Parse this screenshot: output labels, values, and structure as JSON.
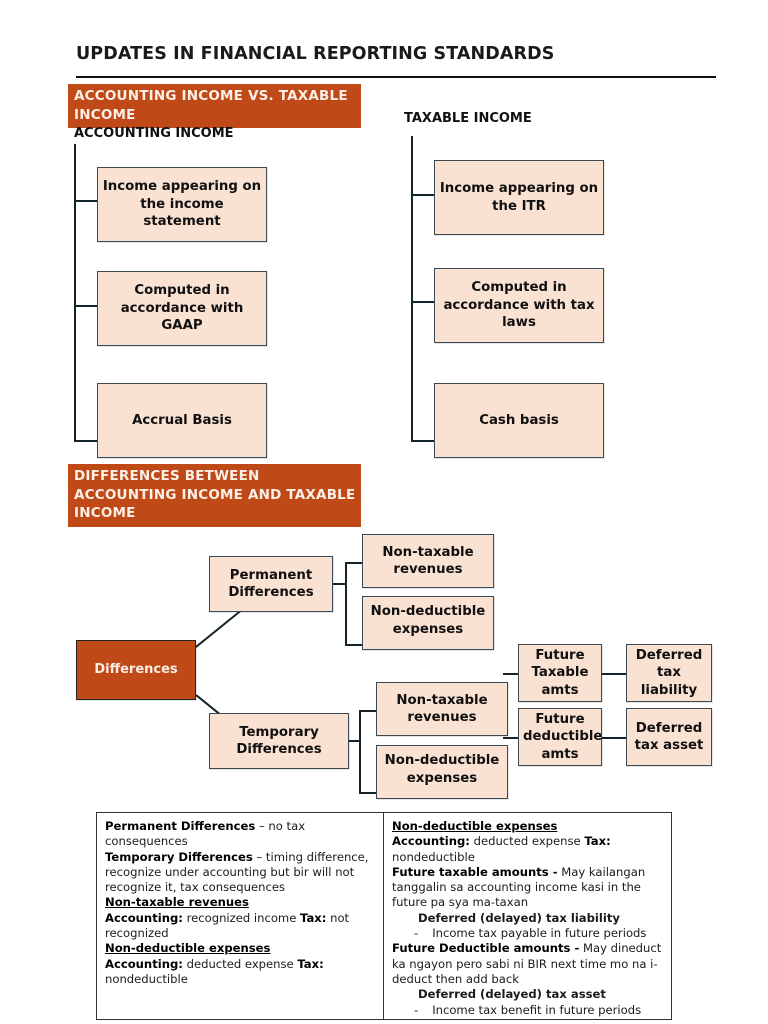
{
  "document": {
    "title": "UPDATES IN FINANCIAL REPORTING STANDARDS"
  },
  "colors": {
    "accent_orange": "#bf4a17",
    "box_fill": "#fae2d3",
    "box_border": "#3b4a52",
    "text": "#101010"
  },
  "section_1": {
    "band_label": "ACCOUNTING INCOME VS. TAXABLE INCOME",
    "left_caption": "ACCOUNTING INCOME",
    "right_caption": "TAXABLE INCOME",
    "accounting_boxes": [
      "Income appearing on the income statement",
      "Computed in accordance with GAAP",
      "Accrual Basis"
    ],
    "taxable_boxes": [
      "Income appearing on the ITR",
      "Computed in accordance with tax laws",
      "Cash basis"
    ]
  },
  "section_2": {
    "band_label": "DIFFERENCES BETWEEN ACCOUNTING INCOME AND TAXABLE INCOME",
    "root": "Differences",
    "branch_permanent": "Permanent Differences",
    "branch_temporary": "Temporary Differences",
    "permanent_children": [
      "Non-taxable revenues",
      "Non-deductible expenses"
    ],
    "temporary_children": [
      "Non-taxable revenues",
      "Non-deductible expenses"
    ],
    "amounts": [
      "Future Taxable amts",
      "Future deductible amts"
    ],
    "deferred": [
      "Deferred tax liability",
      "Deferred tax asset"
    ]
  },
  "notes": {
    "left": {
      "permanent_label": "Permanent Differences",
      "permanent_text": " – no tax consequences",
      "temporary_label": "Temporary Differences",
      "temporary_text": " – timing difference, recognize under accounting but bir will not recognize it, tax consequences",
      "nontaxable_heading": "Non-taxable revenues ",
      "nontaxable_acct_label": "Accounting:",
      "nontaxable_acct_text": " recognized income ",
      "nontaxable_tax_label": "Tax:",
      "nontaxable_tax_text": " not recognized",
      "nondeductible_heading": "Non-deductible expenses ",
      "nondeductible_acct_label": "Accounting:",
      "nondeductible_acct_text": " deducted expense ",
      "nondeductible_tax_label": "Tax:",
      "nondeductible_tax_text": " nondeductible"
    },
    "right": {
      "nondeductible_heading": "Non-deductible expenses ",
      "nondeductible_acct_label": "Accounting:",
      "nondeductible_acct_text": " deducted expense ",
      "nondeductible_tax_label": "Tax:",
      "nondeductible_tax_text": " nondeductible",
      "future_taxable_label": "Future taxable amounts -",
      "future_taxable_text": " May kailangan tanggalin sa accounting income kasi in the future pa sya ma-taxan",
      "dtl_heading": "Deferred (delayed) tax liability",
      "dtl_bullet_dash": "-",
      "dtl_bullet_text": "Income tax payable in future periods",
      "future_deductible_label": "Future Deductible amounts -",
      "future_deductible_text": " May dineduct ka ngayon pero sabi ni BIR next time mo na i-deduct then add back",
      "dta_heading": "Deferred (delayed) tax asset",
      "dta_bullet_dash": "-",
      "dta_bullet_text": "Income tax benefit in future periods"
    }
  }
}
